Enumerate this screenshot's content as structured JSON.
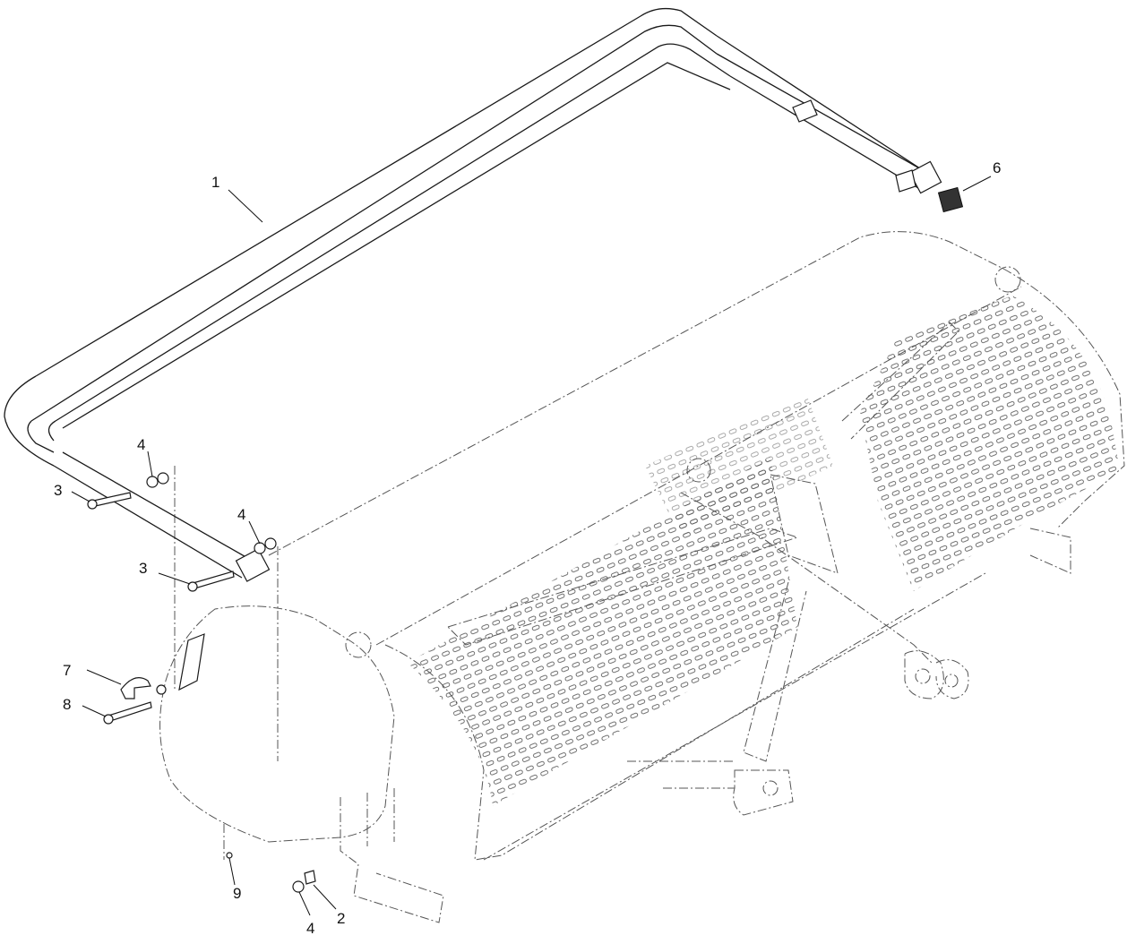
{
  "callouts": [
    "1",
    "2",
    "3",
    "3",
    "4",
    "4",
    "4",
    "6",
    "7",
    "8",
    "9"
  ]
}
